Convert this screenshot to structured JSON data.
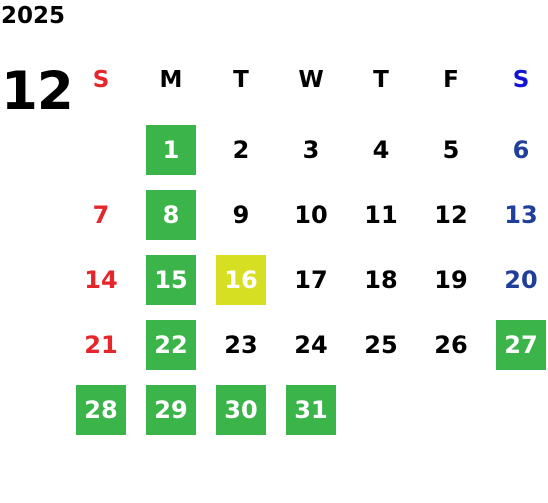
{
  "calendar": {
    "year": "2025",
    "month": "12",
    "weekdays": [
      "S",
      "M",
      "T",
      "W",
      "T",
      "F",
      "S"
    ],
    "weekday_colors": [
      "#e5262a",
      "#000000",
      "#000000",
      "#000000",
      "#000000",
      "#000000",
      "#1313d6"
    ],
    "colors": {
      "sunday_text": "#e5262a",
      "saturday_text": "#1f3f9a",
      "weekday_text": "#000000",
      "highlight_green": "#3bb44a",
      "highlight_yellow": "#d7df22",
      "highlight_text": "#ffffff"
    },
    "weeks": [
      [
        null,
        "1",
        "2",
        "3",
        "4",
        "5",
        "6"
      ],
      [
        "7",
        "8",
        "9",
        "10",
        "11",
        "12",
        "13"
      ],
      [
        "14",
        "15",
        "16",
        "17",
        "18",
        "19",
        "20"
      ],
      [
        "21",
        "22",
        "23",
        "24",
        "25",
        "26",
        "27"
      ],
      [
        "28",
        "29",
        "30",
        "31",
        null,
        null,
        null
      ]
    ],
    "highlights": {
      "green": [
        "1",
        "8",
        "15",
        "22",
        "27",
        "28",
        "29",
        "30",
        "31"
      ],
      "yellow": [
        "16"
      ]
    }
  }
}
